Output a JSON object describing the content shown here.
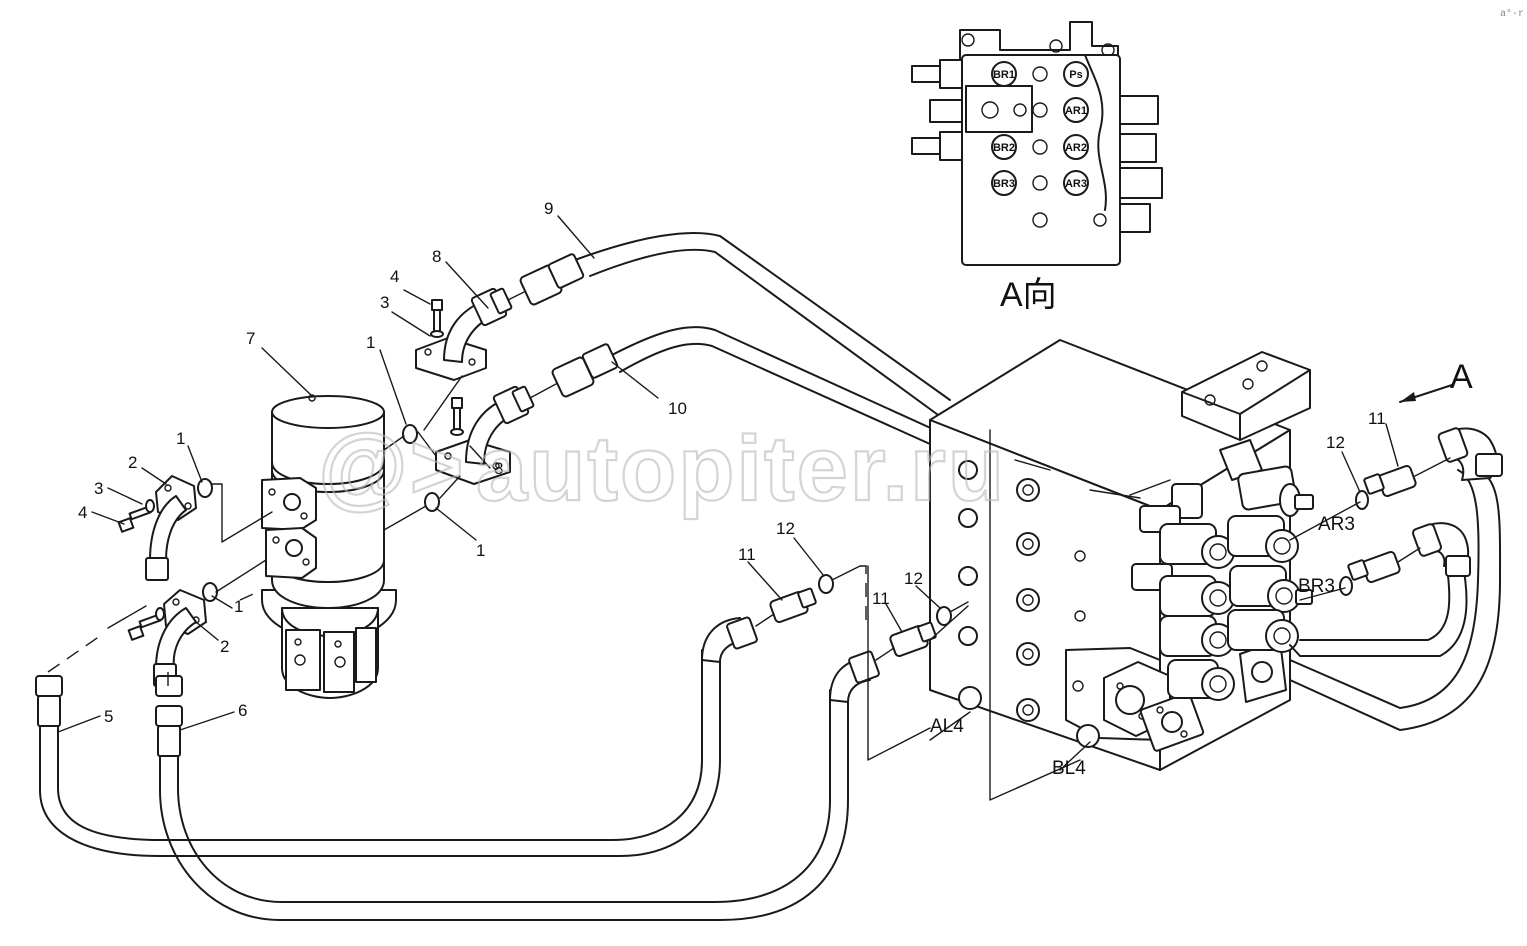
{
  "diagram": {
    "view_label": "A向",
    "arrow_label": "A",
    "watermark": "autopiter.ru",
    "watermark_mark": "@>",
    "corner_mark": "a°·r",
    "callouts": {
      "c1a": "1",
      "c1b": "1",
      "c1c": "1",
      "c1d": "1",
      "c2a": "2",
      "c2b": "2",
      "c3a": "3",
      "c3b": "3",
      "c4a": "4",
      "c4b": "4",
      "c5": "5",
      "c6": "6",
      "c7": "7",
      "c8a": "8",
      "c8b": "8",
      "c9": "9",
      "c10": "10",
      "c11a": "11",
      "c11b": "11",
      "c11c": "11",
      "c12a": "12",
      "c12b": "12",
      "c12c": "12"
    },
    "ports": {
      "ar3": "AR3",
      "br3": "BR3",
      "al4": "AL4",
      "bl4": "BL4"
    },
    "view_ports": {
      "br1": "BR1",
      "p": "Ps",
      "ar1": "AR1",
      "br2": "BR2",
      "ar2": "AR2",
      "br3": "BR3",
      "ar3": "AR3"
    }
  }
}
